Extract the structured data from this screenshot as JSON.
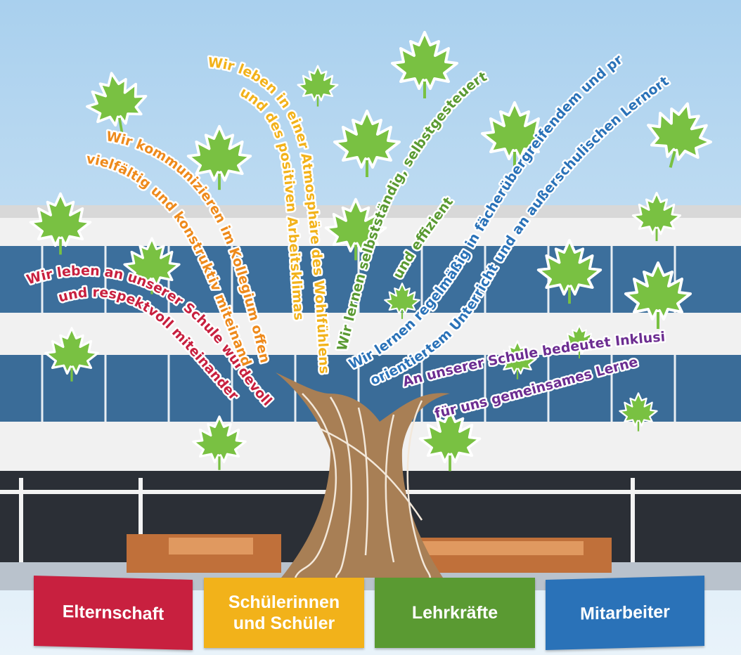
{
  "branches": [
    {
      "id": "eltern",
      "lines": [
        "Wir leben an unserer Schule würdevoll",
        "und respektvoll miteinander"
      ],
      "color": "#c8203f"
    },
    {
      "id": "kollegium",
      "lines": [
        "Wir kommunizieren im Kollegium offen,",
        "vielfältig und konstruktiv miteinander"
      ],
      "color": "#ee8a1c"
    },
    {
      "id": "atmosphaere",
      "lines": [
        "Wir leben in einer Atmosphäre des Wohlfühlens",
        "und des positiven Arbeitsklimas"
      ],
      "color": "#f2b21a"
    },
    {
      "id": "selbst",
      "lines": [
        "Wir lernen selbstständig, selbstgesteuert",
        "und effizient"
      ],
      "color": "#5a9a32"
    },
    {
      "id": "faecher",
      "lines": [
        "Wir lernen regelmäßig in fächerübergreifendem und projekt-",
        "orientiertem Unterricht und an außerschulischen Lernorten"
      ],
      "color": "#2a72b8"
    },
    {
      "id": "inklusion",
      "lines": [
        "An unserer Schule bedeutet Inklusion",
        "für uns gemeinsames Lernen"
      ],
      "color": "#6c2d91"
    }
  ],
  "tabs": [
    {
      "lines": [
        "Elternschaft"
      ],
      "color": "#c8203f"
    },
    {
      "lines": [
        "Schülerinnen",
        "und Schüler"
      ],
      "color": "#f2b21a"
    },
    {
      "lines": [
        "Lehrkräfte"
      ],
      "color": "#5a9a32"
    },
    {
      "lines": [
        "Mitarbeiter"
      ],
      "color": "#2a72b8"
    }
  ],
  "icons": {
    "leaf": "maple-leaf-icon",
    "tree": "tree-trunk-icon"
  },
  "colors": {
    "leaf": "#79c142",
    "trunk": "#a87f55",
    "sky": "#cfe6f5"
  }
}
